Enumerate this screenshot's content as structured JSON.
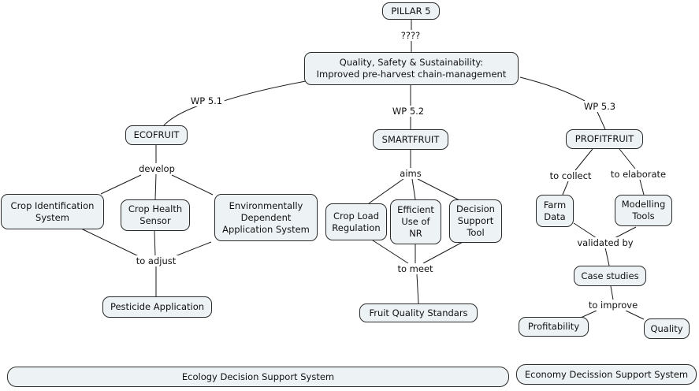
{
  "colors": {
    "canvas_bg": "#ffffff",
    "node_fill": "#edf2f5",
    "node_border": "#2b2b2b",
    "line_color": "#1a1a1a",
    "text_color": "#111111"
  },
  "nodes": {
    "pillar5": {
      "label": "PILLAR 5"
    },
    "main": {
      "label": "Quality, Safety & Sustainability:\nImproved pre-harvest chain-management"
    },
    "ecofruit": {
      "label": "ECOFRUIT"
    },
    "smartfruit": {
      "label": "SMARTFRUIT"
    },
    "profitfruit": {
      "label": "PROFITFRUIT"
    },
    "crop_identification": {
      "label": "Crop Identification\nSystem"
    },
    "crop_health": {
      "label": "Crop Health\nSensor"
    },
    "env_dependent": {
      "label": "Environmentally\nDependent\nApplication System"
    },
    "pesticide": {
      "label": "Pesticide Application"
    },
    "crop_load": {
      "label": "Crop Load\nRegulation"
    },
    "efficient_nr": {
      "label": "Efficient\nUse of\nNR"
    },
    "decision_tool": {
      "label": "Decision\nSupport\nTool"
    },
    "fruit_quality": {
      "label": "Fruit Quality Standars"
    },
    "farm_data": {
      "label": "Farm\nData"
    },
    "modelling_tools": {
      "label": "Modelling\nTools"
    },
    "case_studies": {
      "label": "Case studies"
    },
    "profitability": {
      "label": "Profitability"
    },
    "quality": {
      "label": "Quality"
    },
    "ecology_bar": {
      "label": "Ecology Decision Support System"
    },
    "economy_bar": {
      "label": "Economy Decission Support System"
    }
  },
  "links": {
    "unknown": "????",
    "wp51": "WP 5.1",
    "wp52": "WP 5.2",
    "wp53": "WP 5.3",
    "develop": "develop",
    "to_adjust": "to adjust",
    "aims": "aims",
    "to_meet": "to meet",
    "to_collect": "to collect",
    "to_elaborate": "to elaborate",
    "validated_by": "validated by",
    "to_improve": "to improve"
  }
}
